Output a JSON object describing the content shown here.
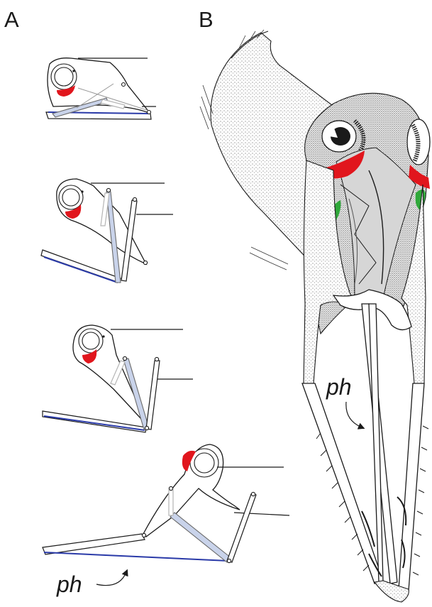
{
  "panels": {
    "a_label": "A",
    "b_label": "B"
  },
  "annotations": {
    "ph_diagram": "ph",
    "ph_illustration": "ph"
  },
  "colors": {
    "red_marker": "#e1161d",
    "green_marker": "#2fa83a",
    "blue_line": "#2a3aa8",
    "blue_rod_fill": "#c9d3ea",
    "ink": "#1a1a1a"
  },
  "icons": [
    "curved-arrow-icon"
  ]
}
